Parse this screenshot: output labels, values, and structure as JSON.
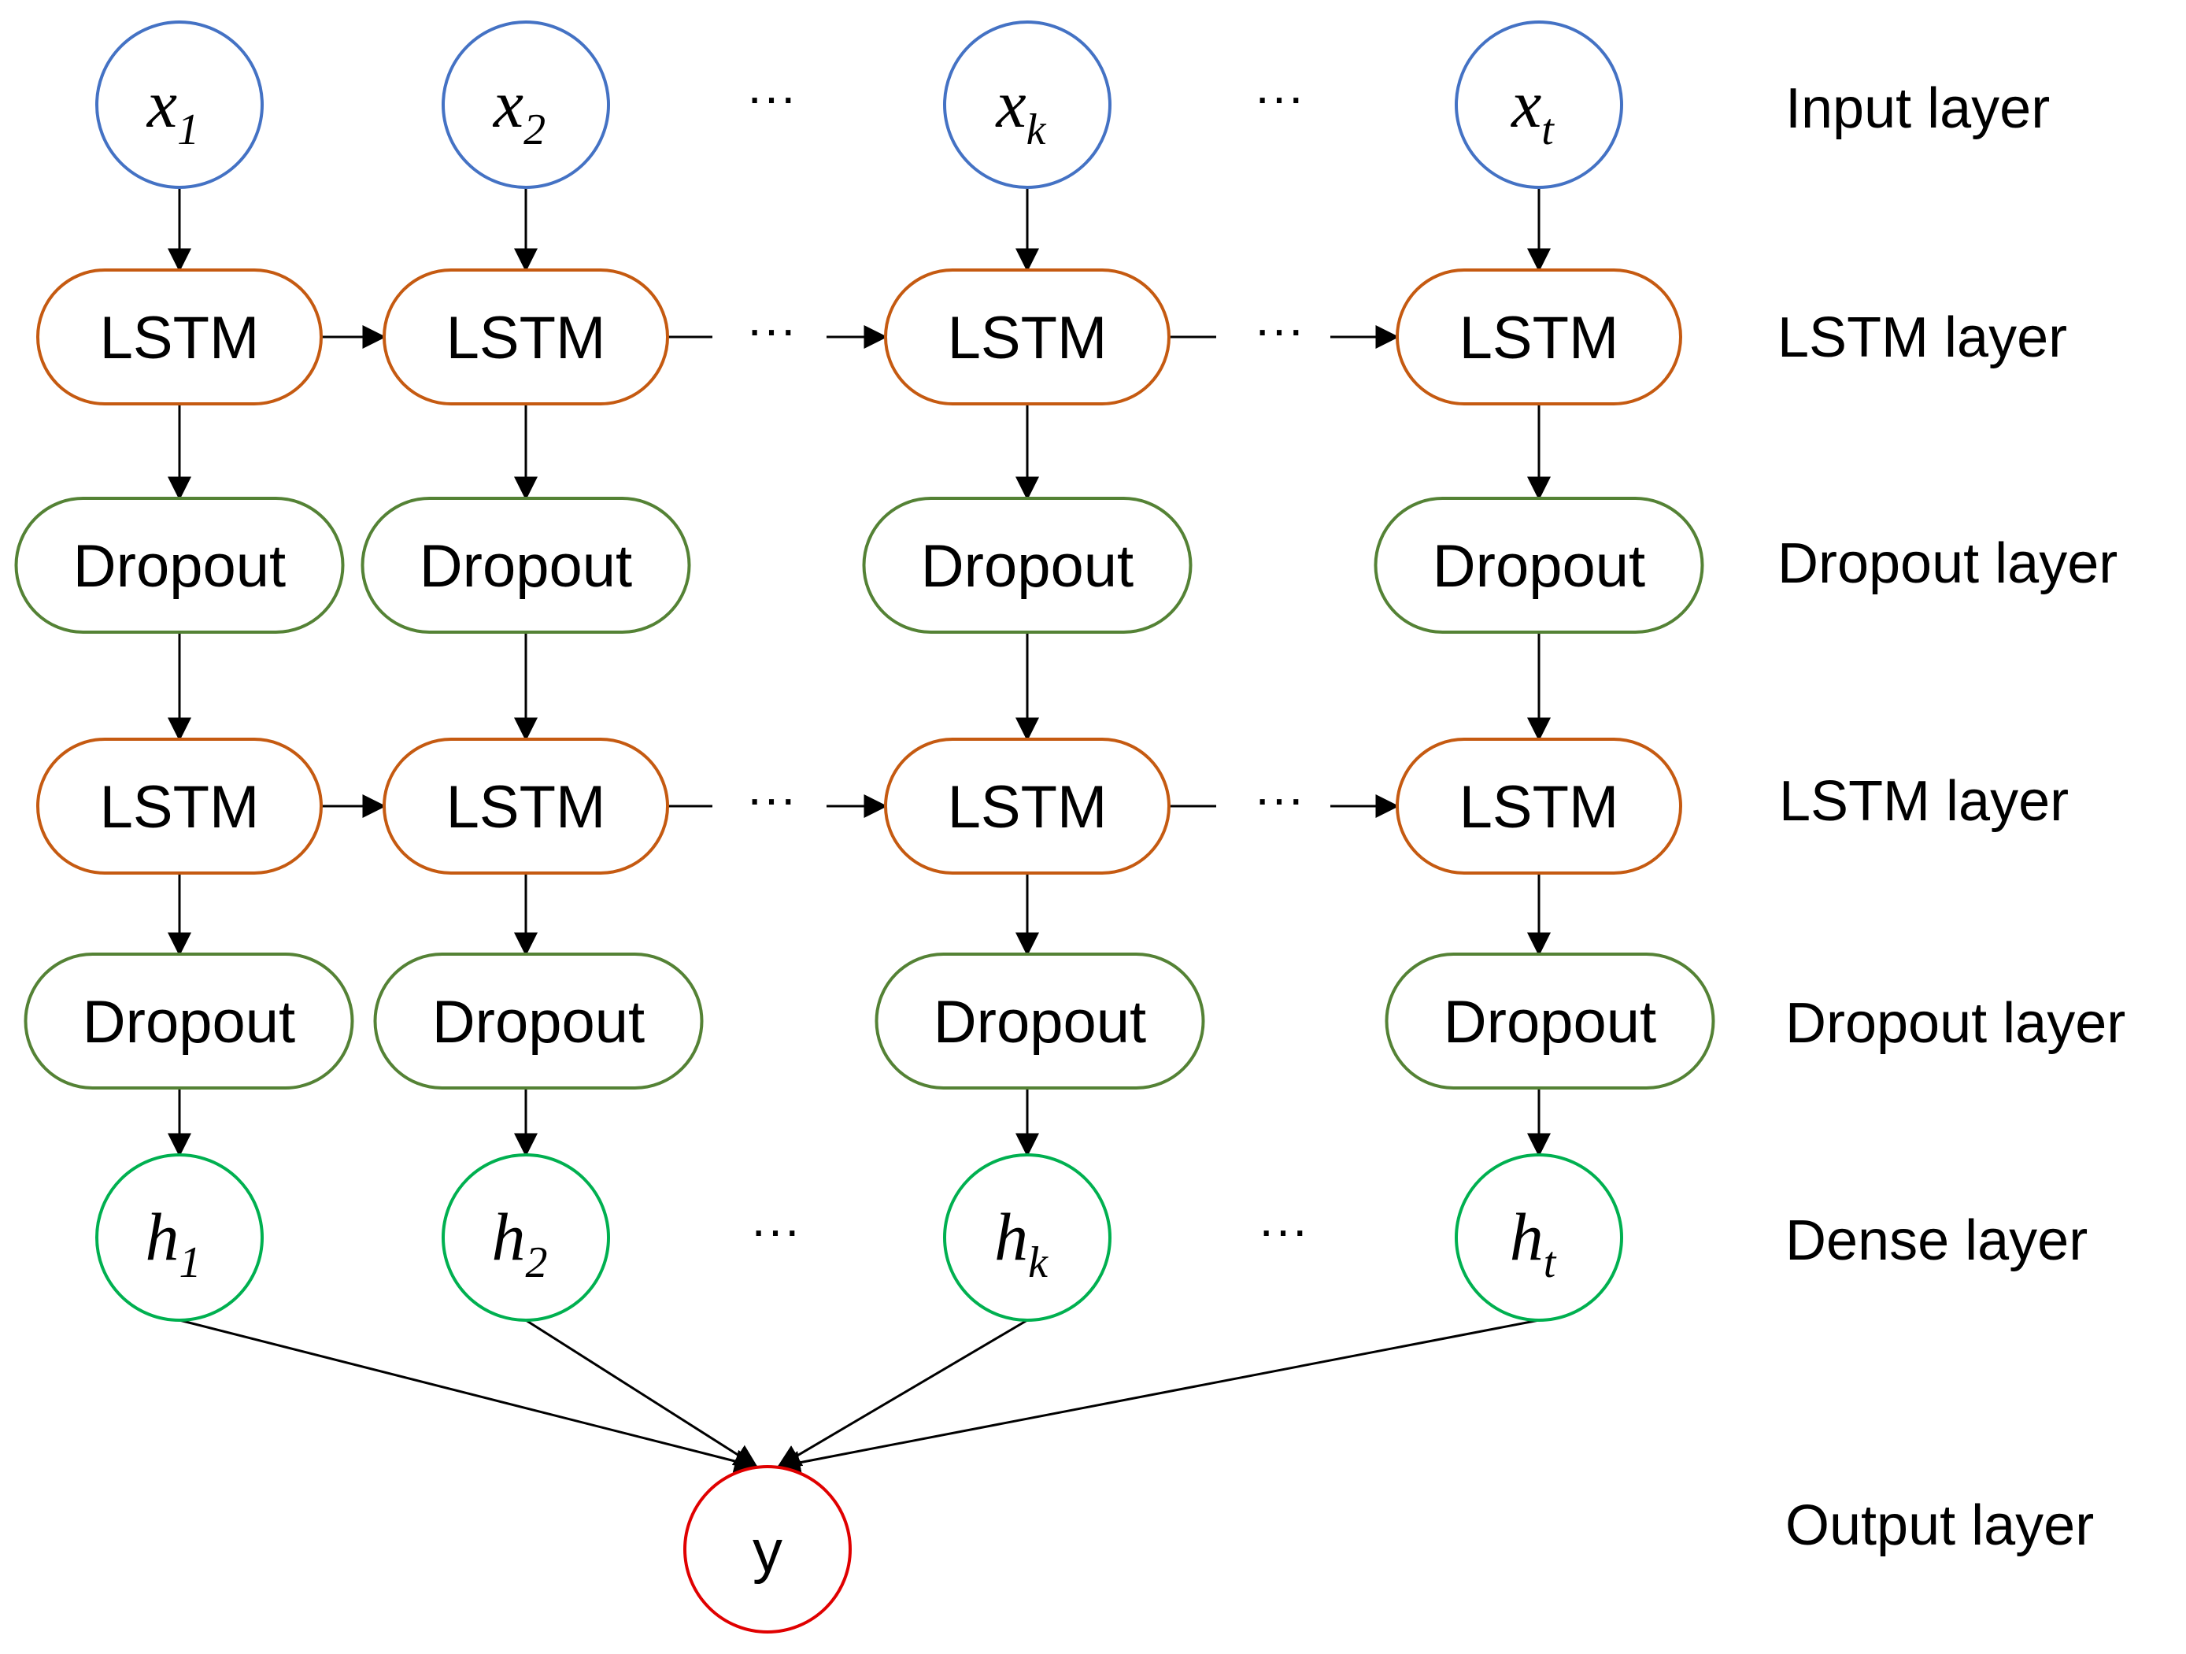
{
  "colors": {
    "input": "#4472C4",
    "lstm": "#C55A11",
    "dropout": "#548235",
    "dense": "#00B050",
    "output": "#E00000"
  },
  "ellipsis": "···",
  "input_nodes": [
    {
      "base": "x",
      "sub": "1"
    },
    {
      "base": "x",
      "sub": "2"
    },
    {
      "base": "x",
      "sub": "k"
    },
    {
      "base": "x",
      "sub": "t"
    }
  ],
  "lstm_label": "LSTM",
  "dropout_label": "Dropout",
  "dense_nodes": [
    {
      "base": "h",
      "sub": "1"
    },
    {
      "base": "h",
      "sub": "2"
    },
    {
      "base": "h",
      "sub": "k"
    },
    {
      "base": "h",
      "sub": "t"
    }
  ],
  "output_node": "y",
  "layers": {
    "input": "Input layer",
    "lstm1": "LSTM layer",
    "dropout1": "Dropout layer",
    "lstm2": "LSTM layer",
    "dropout2": "Dropout layer",
    "dense": "Dense layer",
    "output": "Output layer"
  }
}
